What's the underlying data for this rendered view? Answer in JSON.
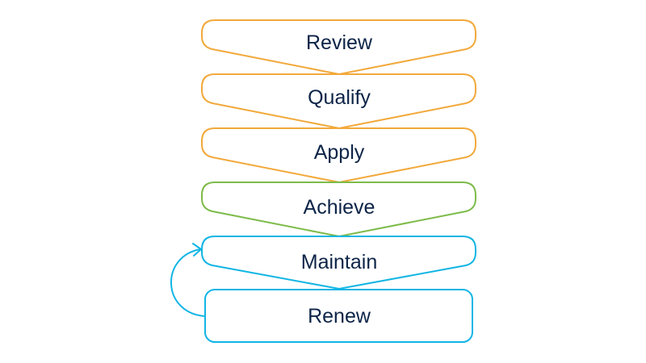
{
  "colors": {
    "label": "#0d2447",
    "orange": "#f2a93b",
    "green": "#7dbb49",
    "blue": "#11b5e4"
  },
  "steps": [
    {
      "label": "Review",
      "color": "orange",
      "shape": "chevron"
    },
    {
      "label": "Qualify",
      "color": "orange",
      "shape": "chevron"
    },
    {
      "label": "Apply",
      "color": "orange",
      "shape": "chevron"
    },
    {
      "label": "Achieve",
      "color": "green",
      "shape": "chevron"
    },
    {
      "label": "Maintain",
      "color": "blue",
      "shape": "chevron"
    },
    {
      "label": "Renew",
      "color": "blue",
      "shape": "rectangle"
    }
  ],
  "loop": {
    "from": "Renew",
    "to": "Maintain",
    "color": "blue",
    "icon": "loop-back-arrow-icon"
  }
}
